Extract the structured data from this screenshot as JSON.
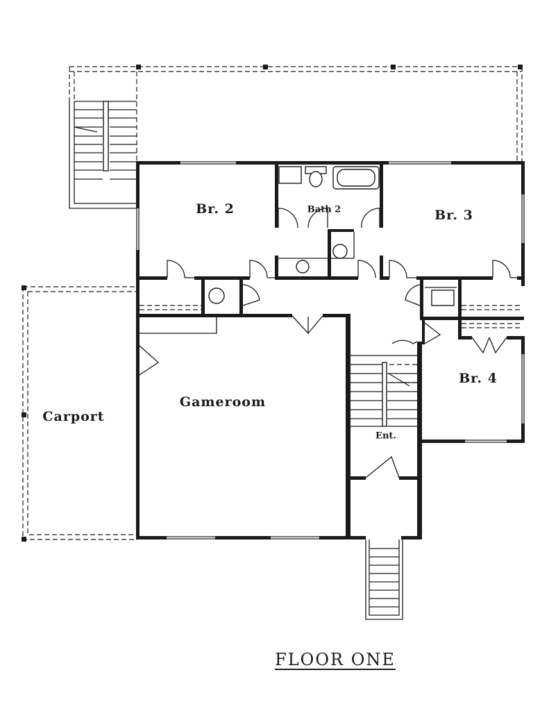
{
  "plan": {
    "title": "FLOOR ONE",
    "rooms": {
      "br2": "Br. 2",
      "bath2": "Bath 2",
      "br3": "Br. 3",
      "br4": "Br. 4",
      "carport": "Carport",
      "gameroom": "Gameroom",
      "entry": "Ent."
    }
  }
}
